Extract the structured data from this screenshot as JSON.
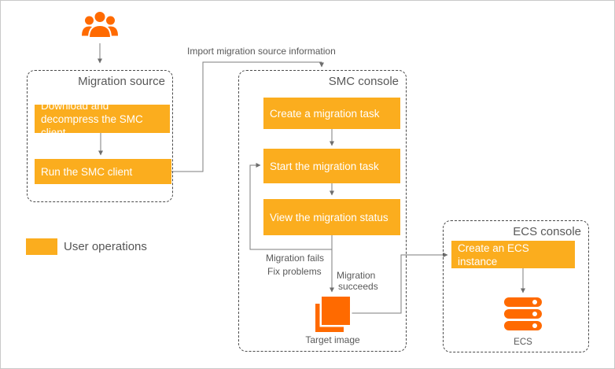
{
  "diagram": {
    "legend": {
      "label": "User operations"
    },
    "edge_labels": {
      "import": "Import migration source information",
      "fail_1": "Migration fails",
      "fail_2": "Fix problems",
      "succeed_1": "Migration",
      "succeed_2": "succeeds"
    },
    "groups": {
      "migration_source": {
        "title": "Migration source",
        "steps": {
          "download": "Download and decompress the SMC client",
          "run": "Run the SMC client"
        }
      },
      "smc_console": {
        "title": "SMC console",
        "steps": {
          "create_task": "Create a migration task",
          "start_task": "Start the migration task",
          "view_status": "View the migration status"
        }
      },
      "ecs_console": {
        "title": "ECS console",
        "steps": {
          "create_instance": "Create an ECS instance"
        }
      }
    },
    "icons": {
      "target_image": {
        "label": "Target image"
      },
      "ecs": {
        "label": "ECS"
      }
    },
    "colors": {
      "step_box": "#FBAD1E",
      "icon_orange": "#FF6A00",
      "line_gray": "#7d7d7d",
      "label_gray": "#595959"
    }
  }
}
